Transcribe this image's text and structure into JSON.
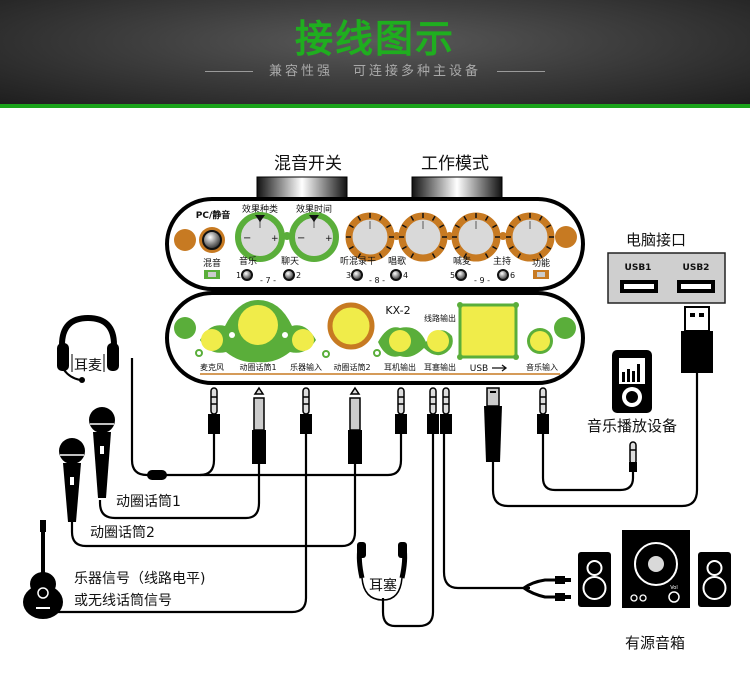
{
  "banner": {
    "title": "接线图示",
    "subtitle_left": "兼容性强",
    "subtitle_right": "可连接多种主设备",
    "title_color": "#1fae1f",
    "stripe_color": "#1aa31a"
  },
  "switches": {
    "mix_switch": "混音开关",
    "work_mode": "工作模式"
  },
  "top_panel": {
    "pc_mute": "PC/静音",
    "mix": "混音",
    "effect_type": "效果种类",
    "effect_time": "效果时间",
    "minus": "−",
    "plus": "+",
    "music": "音乐",
    "chat": "聊天",
    "listen_mix_dry": "听混录干",
    "singing": "唱歌",
    "shout_mic": "喊麦",
    "host": "主持",
    "function": "功能",
    "n1": "1",
    "n2": "2",
    "n3": "3",
    "n4": "4",
    "n5": "5",
    "n6": "6",
    "group7": "- 7 -",
    "group8": "- 8 -",
    "group9": "- 9 -"
  },
  "bottom_panel": {
    "model": "KX-2",
    "line_out": "线路输出",
    "ports": [
      "麦克风",
      "动圈话筒1",
      "乐器输入",
      "动圈话筒2",
      "耳机输出",
      "耳塞输出",
      "USB",
      "音乐输入"
    ]
  },
  "devices": {
    "headset": "耳麦",
    "dynamic_mic1": "动圈话筒1",
    "dynamic_mic2": "动圈话筒2",
    "instrument_line1": "乐器信号（线路电平)",
    "instrument_line2": "或无线话筒信号",
    "earbuds": "耳塞",
    "computer_port": "电脑接口",
    "usb1": "USB1",
    "usb2": "USB2",
    "music_player": "音乐播放设备",
    "active_speakers": "有源音箱",
    "vol": "Vol"
  },
  "colors": {
    "green": "#5aae3a",
    "yellow": "#f0ec4a",
    "orange": "#c77a22",
    "knob": "#d9d9d9"
  }
}
